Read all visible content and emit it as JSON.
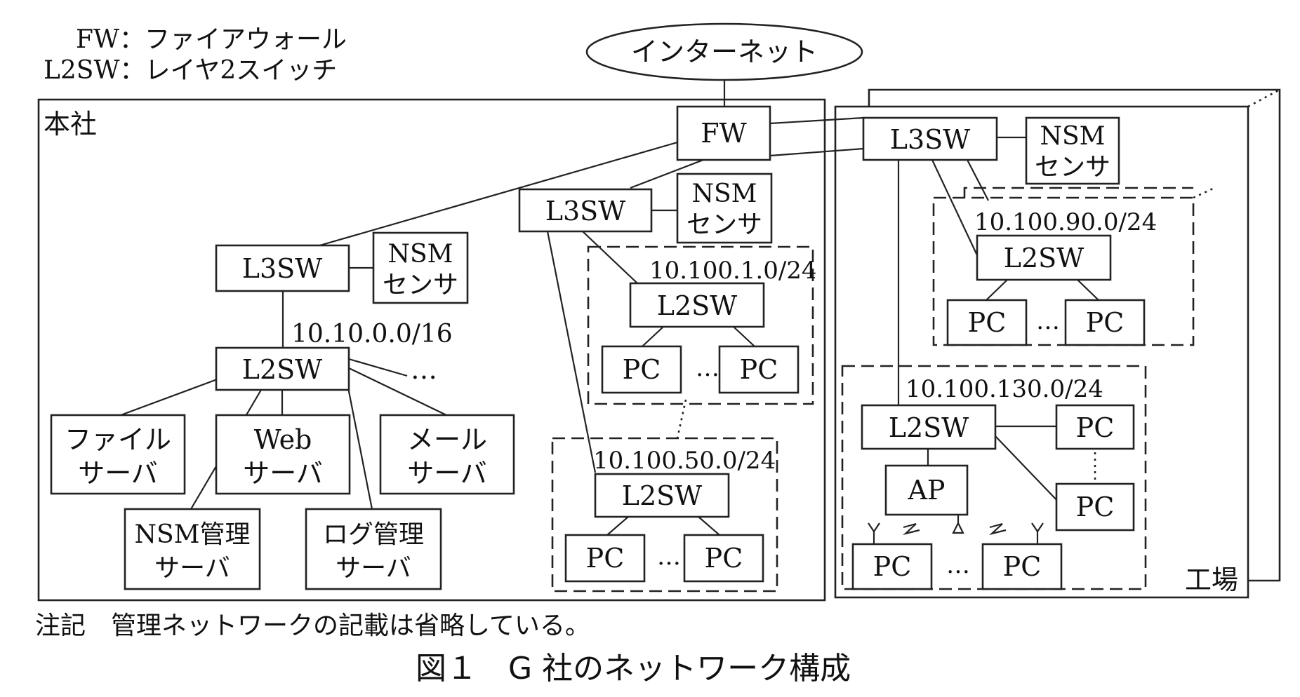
{
  "legend": {
    "fw": "FW：ファイアウォール",
    "l2sw": "L2SW：レイヤ2スイッチ"
  },
  "internet": "インターネット",
  "hq": {
    "label": "本社",
    "fw": "FW",
    "l3sw_main": "L3SW",
    "nsm_sensor_main": [
      "NSM",
      "センサ"
    ],
    "server_net": "10.10.0.0/16",
    "l2sw_main": "L2SW",
    "more": "…",
    "file_server": [
      "ファイル",
      "サーバ"
    ],
    "web_server": [
      "Web",
      "サーバ"
    ],
    "mail_server": [
      "メール",
      "サーバ"
    ],
    "nsm_mgmt_server": [
      "NSM管理",
      "サーバ"
    ],
    "log_mgmt_server": [
      "ログ管理",
      "サーバ"
    ],
    "l3sw_office": "L3SW",
    "nsm_sensor_office": [
      "NSM",
      "センサ"
    ],
    "seg1": {
      "net": "10.100.1.0/24",
      "l2sw": "L2SW",
      "pc": "PC",
      "ellipsis": "…"
    },
    "seg50": {
      "net": "10.100.50.0/24",
      "l2sw": "L2SW",
      "pc": "PC",
      "ellipsis": "…"
    }
  },
  "factory": {
    "label": "工場",
    "l3sw": "L3SW",
    "nsm_sensor": [
      "NSM",
      "センサ"
    ],
    "seg90": {
      "net": "10.100.90.0/24",
      "l2sw": "L2SW",
      "pc": "PC",
      "ellipsis": "…"
    },
    "seg130": {
      "net": "10.100.130.0/24",
      "l2sw": "L2SW",
      "ap": "AP",
      "pc": "PC",
      "ellipsis": "…"
    }
  },
  "note": "注記　管理ネットワークの記載は省略している。",
  "caption": "図１　G 社のネットワーク構成"
}
